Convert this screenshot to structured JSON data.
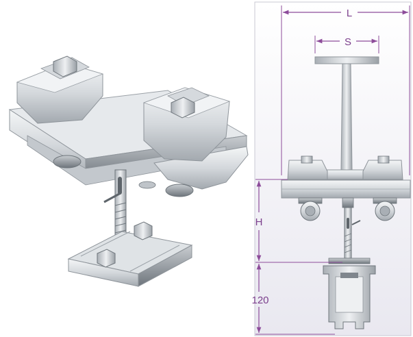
{
  "dimensions": {
    "width_label": "L",
    "flange_label": "S",
    "height_label": "H",
    "track_height_label": "120"
  },
  "colors": {
    "dimension_line": "#8d4c9a",
    "dimension_text": "#7b3f8c",
    "metal_light": "#e4e7ea",
    "metal_mid": "#b9bec4",
    "metal_dark": "#7f868d",
    "panel_background": "#f3f2f7"
  }
}
